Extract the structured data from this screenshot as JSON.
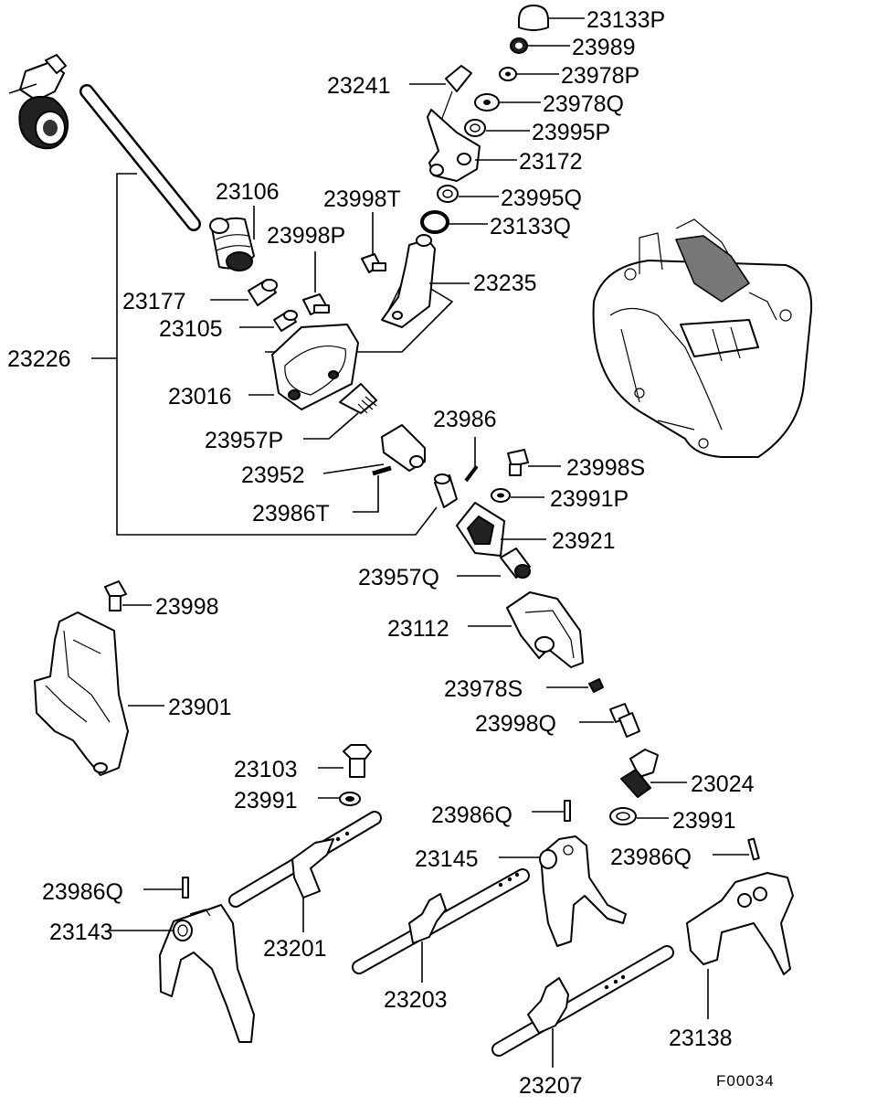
{
  "drawing_code": "F00034",
  "labels": {
    "p23133P": "23133P",
    "p23989": "23989",
    "p23978P": "23978P",
    "p23241": "23241",
    "p23978Q": "23978Q",
    "p23995P": "23995P",
    "p23172": "23172",
    "p23106": "23106",
    "p23998T": "23998T",
    "p23995Q": "23995Q",
    "p23133Q": "23133Q",
    "p23998P": "23998P",
    "p23235": "23235",
    "p23177": "23177",
    "p23105": "23105",
    "p23226": "23226",
    "p23016": "23016",
    "p23986": "23986",
    "p23957P": "23957P",
    "p23998S": "23998S",
    "p23952": "23952",
    "p23991P": "23991P",
    "p23986T": "23986T",
    "p23921": "23921",
    "p23957Q": "23957Q",
    "p23998": "23998",
    "p23112": "23112",
    "p23901": "23901",
    "p23978S": "23978S",
    "p23998Q": "23998Q",
    "p23103": "23103",
    "p23024": "23024",
    "p23991a": "23991",
    "p23991b": "23991",
    "p23986Qa": "23986Q",
    "p23145": "23145",
    "p23986Qb": "23986Q",
    "p23986Qc": "23986Q",
    "p23143": "23143",
    "p23201": "23201",
    "p23203": "23203",
    "p23138": "23138",
    "p23207": "23207"
  }
}
